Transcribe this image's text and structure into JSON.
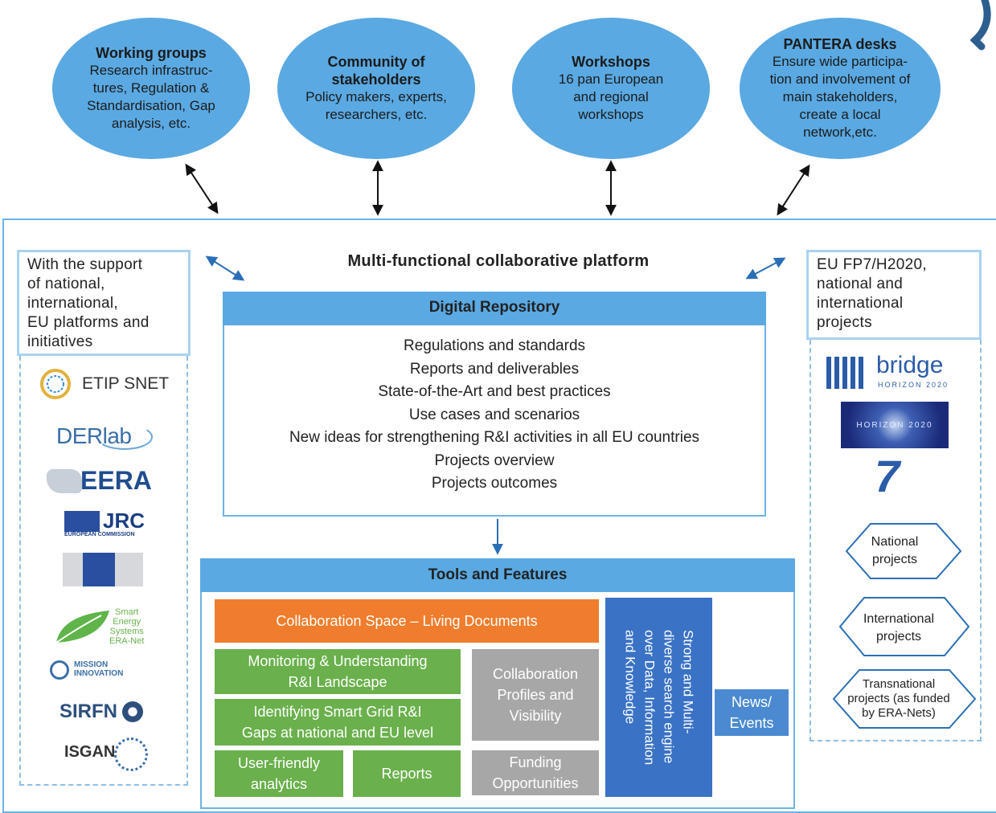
{
  "circles": [
    {
      "title": "Working groups",
      "body": "Research infrastruc-\ntures, Regulation &\nStandardisation, Gap\nanalysis, etc."
    },
    {
      "title": "Community of\nstakeholders",
      "body": "Policy makers, experts,\nresearchers, etc."
    },
    {
      "title": "Workshops",
      "body": "16 pan European\nand regional\nworkshops"
    },
    {
      "title": "PANTERA desks",
      "body": "Ensure wide participa-\ntion and involvement of\nmain stakeholders,\ncreate a local\nnetwork,etc."
    }
  ],
  "platform_title": "Multi-functional collaborative platform",
  "left_support": "With the support\nof national,\ninternational,\nEU platforms and\ninitiatives",
  "right_projects": "EU FP7/H2020,\nnational and\ninternational\nprojects",
  "repository": {
    "title": "Digital Repository",
    "items": [
      "Regulations and standards",
      "Reports and deliverables",
      "State-of-the-Art and best practices",
      "Use cases and scenarios",
      "New ideas for strengthening R&I activities in all EU countries",
      "Projects overview",
      "Projects outcomes"
    ]
  },
  "tools": {
    "title": "Tools and Features",
    "collaboration_space": "Collaboration Space – Living Documents",
    "monitoring": "Monitoring & Understanding\nR&I Landscape",
    "identifying": "Identifying Smart Grid R&I\nGaps at national and EU level",
    "analytics": "User-friendly\nanalytics",
    "reports": "Reports",
    "profiles": "Collaboration\nProfiles and\nVisibility",
    "funding": "Funding\nOpportunities",
    "search_engine": "Strong and Multi-\ndiverse search engine\nover Data, Information\nand Knowledge",
    "news": "News/\nEvents"
  },
  "left_logos": {
    "etip": "ETIP SNET",
    "derlab": "DERlab",
    "eera": "EERA",
    "jrc": "JRC",
    "jrc_sub": "EUROPEAN COMMISSION",
    "sesera": "Smart\nEnergy\nSystems\nERA-Net",
    "mission": "MISSION\nINNOVATION",
    "sirfn": "SIRFN",
    "isgan": "ISGAN"
  },
  "right_logos": {
    "bridge": "bridge",
    "bridge_sub": "HORIZON 2020",
    "horizon": "HORIZON 2020",
    "fp7": "7",
    "national": "National\nprojects",
    "international": "International\nprojects",
    "transnational": "Transnational\nprojects (as funded\nby ERA-Nets)"
  },
  "colors": {
    "light_blue": "#5aa9e2",
    "green": "#6ab04c",
    "gray": "#a7a7a7",
    "orange": "#ef7d2d",
    "blue": "#3a72c5"
  }
}
